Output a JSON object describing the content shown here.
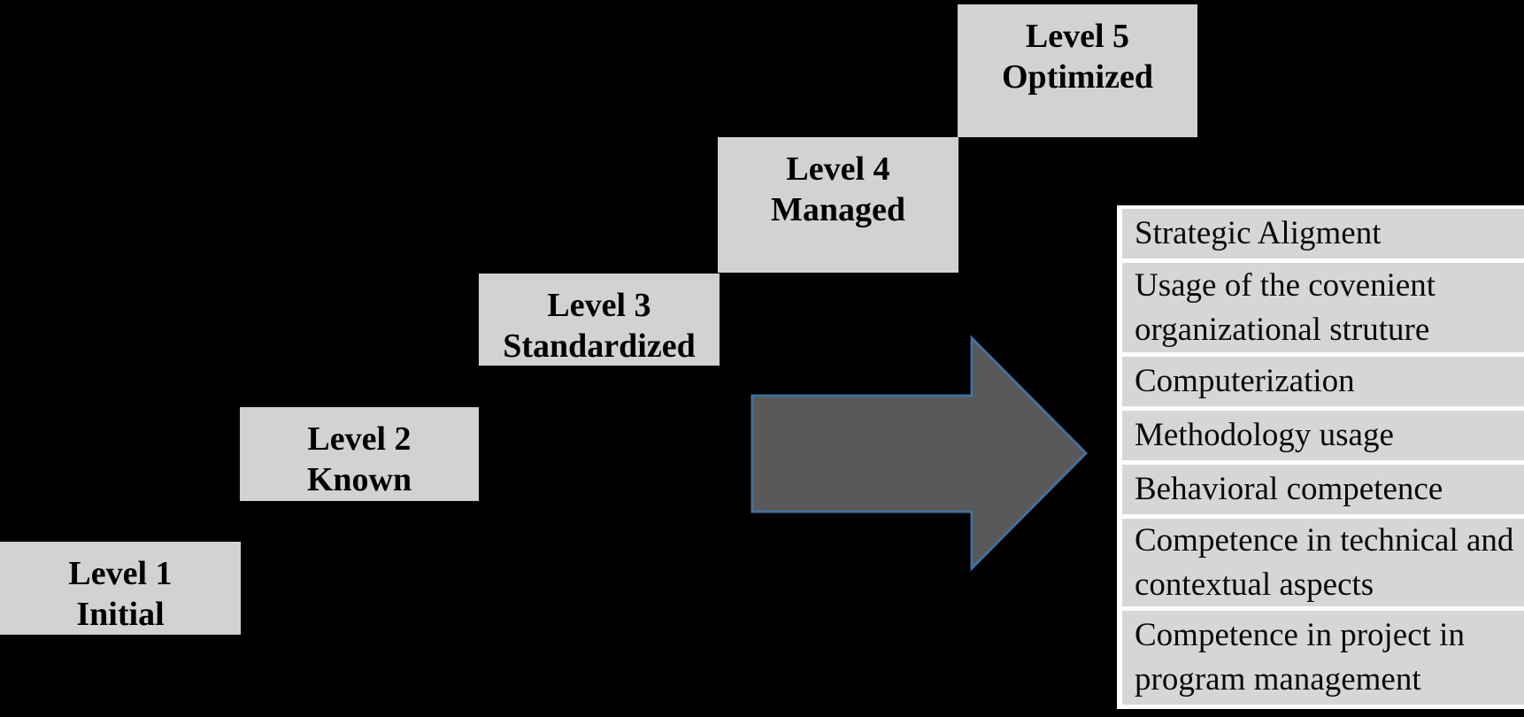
{
  "diagram": {
    "type": "maturity-staircase",
    "background_color": "#000000",
    "box_fill_color": "#d2d2d2",
    "box_text_color": "#000000"
  },
  "stairs": {
    "levels": [
      {
        "level": "Level 1",
        "name": "Initial"
      },
      {
        "level": "Level 2",
        "name": "Known"
      },
      {
        "level": "Level 3",
        "name": "Standardized"
      },
      {
        "level": "Level 4",
        "name": "Managed"
      },
      {
        "level": "Level 5",
        "name": "Optimized"
      }
    ]
  },
  "arrow": {
    "direction": "right",
    "fill": "#595959",
    "stroke": "#41719C"
  },
  "factors": {
    "row_fill": "#d6d6d6",
    "separator_color": "#ffffff",
    "items": [
      "Strategic Aligment",
      "Usage of the covenient organizational struture",
      "Computerization",
      "Methodology usage",
      "Behavioral competence",
      "Competence in technical and contextual aspects",
      "Competence in project in program management"
    ]
  }
}
